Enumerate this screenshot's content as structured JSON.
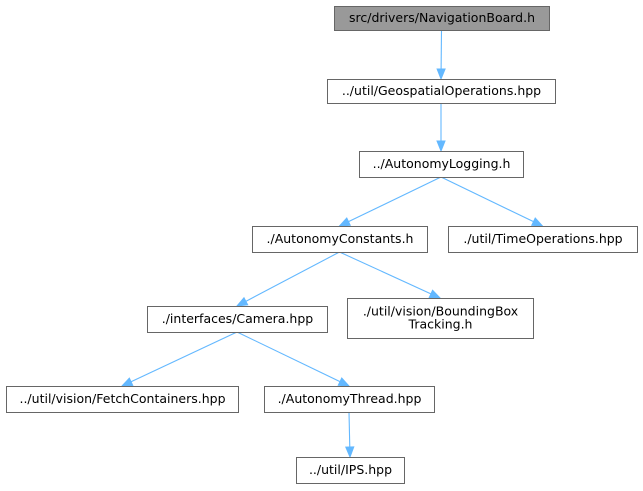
{
  "diagram": {
    "colors": {
      "edge": "#63b8ff",
      "root_fill": "#999999",
      "node_border": "#666666",
      "node_fill": "#ffffff"
    },
    "nodes": [
      {
        "id": "navigation-board",
        "lines": [
          "src/drivers/NavigationBoard.h"
        ],
        "root": true
      },
      {
        "id": "geospatial-operations",
        "lines": [
          "../util/GeospatialOperations.hpp"
        ]
      },
      {
        "id": "autonomy-logging",
        "lines": [
          "../AutonomyLogging.h"
        ]
      },
      {
        "id": "autonomy-constants",
        "lines": [
          "./AutonomyConstants.h"
        ]
      },
      {
        "id": "time-operations",
        "lines": [
          "./util/TimeOperations.hpp"
        ]
      },
      {
        "id": "camera",
        "lines": [
          "./interfaces/Camera.hpp"
        ]
      },
      {
        "id": "bounding-box-tracking",
        "lines": [
          "./util/vision/BoundingBox",
          "Tracking.h"
        ]
      },
      {
        "id": "fetch-containers",
        "lines": [
          "../util/vision/FetchContainers.hpp"
        ]
      },
      {
        "id": "autonomy-thread",
        "lines": [
          "./AutonomyThread.hpp"
        ]
      },
      {
        "id": "ips",
        "lines": [
          "../util/IPS.hpp"
        ]
      }
    ],
    "edges": [
      {
        "from": "navigation-board",
        "to": "geospatial-operations"
      },
      {
        "from": "geospatial-operations",
        "to": "autonomy-logging"
      },
      {
        "from": "autonomy-logging",
        "to": "autonomy-constants"
      },
      {
        "from": "autonomy-logging",
        "to": "time-operations"
      },
      {
        "from": "autonomy-constants",
        "to": "camera"
      },
      {
        "from": "autonomy-constants",
        "to": "bounding-box-tracking"
      },
      {
        "from": "camera",
        "to": "fetch-containers"
      },
      {
        "from": "camera",
        "to": "autonomy-thread"
      },
      {
        "from": "autonomy-thread",
        "to": "ips"
      }
    ]
  }
}
